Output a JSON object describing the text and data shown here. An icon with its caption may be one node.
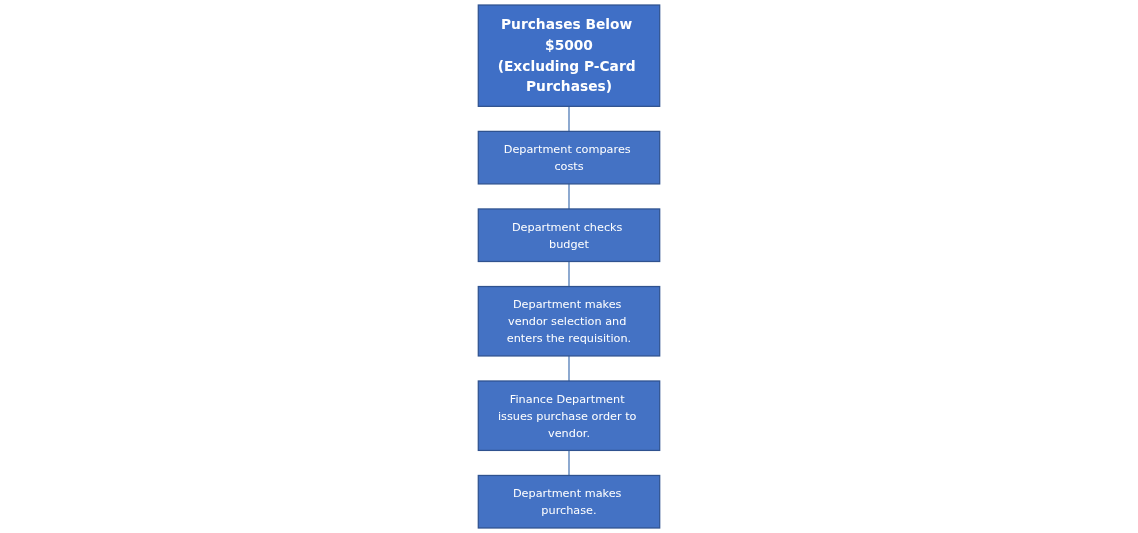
{
  "diagram": {
    "nodes": [
      {
        "text": [
          "Purchases Below $5000",
          "(Excluding P-Card Purchases)"
        ]
      },
      {
        "text": [
          "Department compares costs"
        ]
      },
      {
        "text": [
          "Department checks budget"
        ]
      },
      {
        "text": [
          "Department makes vendor selection and enters the requisition."
        ]
      },
      {
        "text": [
          "Finance Department issues purchase order to vendor."
        ]
      },
      {
        "text": [
          "Department makes purchase."
        ]
      }
    ],
    "edges": [
      {
        "from": 0,
        "to": 1,
        "arrow": "none"
      },
      {
        "from": 1,
        "to": 2,
        "arrow": "none"
      },
      {
        "from": 2,
        "to": 3,
        "arrow": "none"
      },
      {
        "from": 3,
        "to": 4,
        "arrow": "none"
      },
      {
        "from": 4,
        "to": 5,
        "arrow": "none"
      }
    ]
  }
}
